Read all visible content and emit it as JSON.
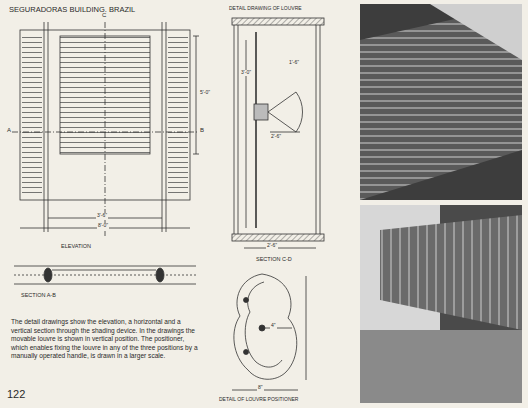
{
  "diagram": {
    "title": "SEGURADORAS BUILDING, BRAZIL",
    "caption": "The detail drawings show the elevation, a horizontal and a vertical section through the shading device. In the drawings the movable louvre is shown in vertical position. The positioner, which enables fixing the louvre in any of the three positions by a manually operated handle, is drawn in a larger scale.",
    "labels": [
      "ELEVATION",
      "SECTION A-B",
      "DETAIL DRAWING OF LOUVRE",
      "SECTION C-D",
      "DETAIL OF LOUVRE POSITIONER",
      "122",
      "C",
      "A",
      "B",
      "5'-0\"",
      "3'-6\"",
      "8'-0\"",
      "2'-6\"",
      "1'-6\"",
      "2'-6\"",
      "3'-0\"",
      "4\"",
      "8\""
    ]
  }
}
